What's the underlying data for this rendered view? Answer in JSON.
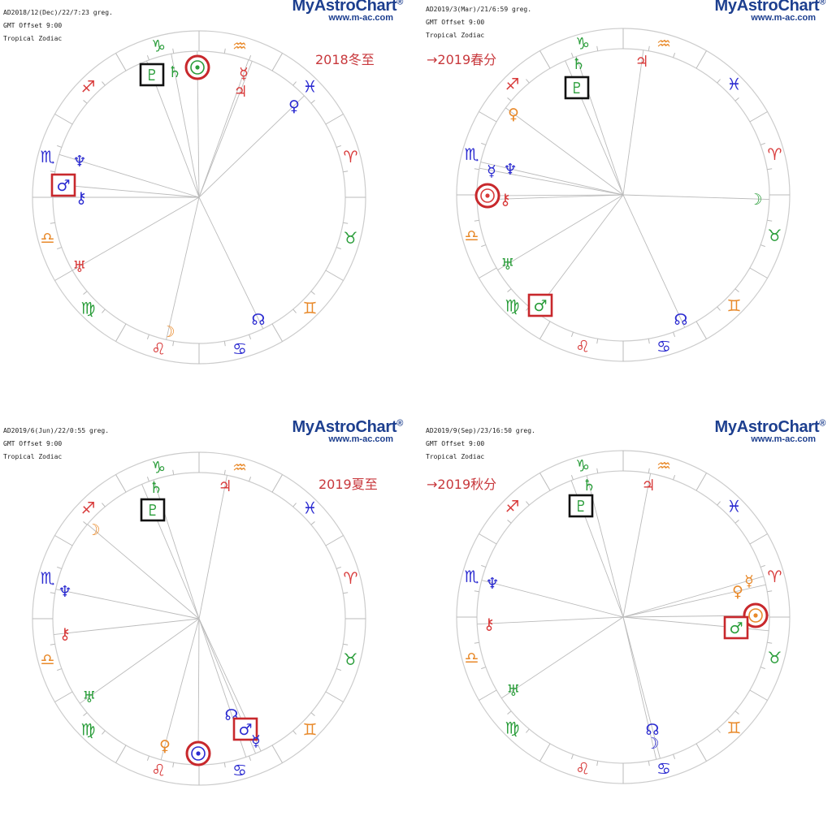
{
  "charts": [
    {
      "date": "AD2018/12(Dec)/22/7:23 greg.",
      "offset": "GMT Offset 9:00",
      "zodiac": "Tropical Zodiac",
      "annotation": "2018冬至",
      "planets": [
        {
          "name": "sun",
          "glyph": "☉",
          "color": "#2a9d3a",
          "circle": true
        },
        {
          "name": "saturn",
          "glyph": "♄",
          "color": "#2a9d3a"
        },
        {
          "name": "pluto",
          "glyph": "♇",
          "color": "#2a9d3a",
          "box": "black"
        },
        {
          "name": "mercury",
          "glyph": "☿",
          "color": "#d83a3a"
        },
        {
          "name": "jupiter",
          "glyph": "♃",
          "color": "#d83a3a"
        },
        {
          "name": "venus",
          "glyph": "♀",
          "color": "#2a2ad0"
        },
        {
          "name": "neptune",
          "glyph": "♆",
          "color": "#2a2ad0"
        },
        {
          "name": "mars",
          "glyph": "♂",
          "color": "#2a2ad0",
          "box": "red"
        },
        {
          "name": "chiron",
          "glyph": "⚷",
          "color": "#2a2ad0"
        },
        {
          "name": "uranus",
          "glyph": "♅",
          "color": "#d83a3a"
        },
        {
          "name": "moon",
          "glyph": "☽",
          "color": "#e8892a"
        },
        {
          "name": "node",
          "glyph": "☊",
          "color": "#2a2ad0"
        }
      ]
    },
    {
      "date": "AD2019/3(Mar)/21/6:59 greg.",
      "offset": "GMT Offset 9:00",
      "zodiac": "Tropical Zodiac",
      "annotation": "→2019春分",
      "planets": [
        {
          "name": "saturn",
          "glyph": "♄",
          "color": "#2a9d3a"
        },
        {
          "name": "pluto",
          "glyph": "♇",
          "color": "#2a9d3a",
          "box": "black"
        },
        {
          "name": "jupiter",
          "glyph": "♃",
          "color": "#d83a3a"
        },
        {
          "name": "venus",
          "glyph": "♀",
          "color": "#e8892a"
        },
        {
          "name": "mercury",
          "glyph": "☿",
          "color": "#2a2ad0"
        },
        {
          "name": "neptune",
          "glyph": "♆",
          "color": "#2a2ad0"
        },
        {
          "name": "sun",
          "glyph": "☉",
          "color": "#d83a3a",
          "circle": true
        },
        {
          "name": "chiron",
          "glyph": "⚷",
          "color": "#d83a3a"
        },
        {
          "name": "moon",
          "glyph": "☽",
          "color": "#2a9d3a"
        },
        {
          "name": "uranus",
          "glyph": "♅",
          "color": "#2a9d3a"
        },
        {
          "name": "mars",
          "glyph": "♂",
          "color": "#2a9d3a",
          "box": "red"
        },
        {
          "name": "node",
          "glyph": "☊",
          "color": "#2a2ad0"
        }
      ]
    },
    {
      "date": "AD2019/6(Jun)/22/0:55 greg.",
      "offset": "GMT Offset 9:00",
      "zodiac": "Tropical Zodiac",
      "annotation": "2019夏至",
      "planets": [
        {
          "name": "saturn",
          "glyph": "♄",
          "color": "#2a9d3a"
        },
        {
          "name": "pluto",
          "glyph": "♇",
          "color": "#2a9d3a",
          "box": "black"
        },
        {
          "name": "jupiter",
          "glyph": "♃",
          "color": "#d83a3a"
        },
        {
          "name": "moon",
          "glyph": "☽",
          "color": "#e8892a"
        },
        {
          "name": "neptune",
          "glyph": "♆",
          "color": "#2a2ad0"
        },
        {
          "name": "chiron",
          "glyph": "⚷",
          "color": "#d83a3a"
        },
        {
          "name": "uranus",
          "glyph": "♅",
          "color": "#2a9d3a"
        },
        {
          "name": "venus",
          "glyph": "♀",
          "color": "#e8892a"
        },
        {
          "name": "sun",
          "glyph": "☉",
          "color": "#2a2ad0",
          "circle": true
        },
        {
          "name": "node",
          "glyph": "☊",
          "color": "#2a2ad0"
        },
        {
          "name": "mars",
          "glyph": "♂",
          "color": "#2a2ad0",
          "box": "red"
        },
        {
          "name": "mercury",
          "glyph": "☿",
          "color": "#2a2ad0"
        }
      ]
    },
    {
      "date": "AD2019/9(Sep)/23/16:50 greg.",
      "offset": "GMT Offset 9:00",
      "zodiac": "Tropical Zodiac",
      "annotation": "→2019秋分",
      "planets": [
        {
          "name": "saturn",
          "glyph": "♄",
          "color": "#2a9d3a"
        },
        {
          "name": "pluto",
          "glyph": "♇",
          "color": "#2a9d3a",
          "box": "black"
        },
        {
          "name": "jupiter",
          "glyph": "♃",
          "color": "#d83a3a"
        },
        {
          "name": "neptune",
          "glyph": "♆",
          "color": "#2a2ad0"
        },
        {
          "name": "venus",
          "glyph": "♀",
          "color": "#e8892a"
        },
        {
          "name": "mercury",
          "glyph": "☿",
          "color": "#e8892a"
        },
        {
          "name": "sun",
          "glyph": "☉",
          "color": "#e8892a",
          "circle": true
        },
        {
          "name": "mars",
          "glyph": "♂",
          "color": "#2a9d3a",
          "box": "red"
        },
        {
          "name": "chiron",
          "glyph": "⚷",
          "color": "#d83a3a"
        },
        {
          "name": "uranus",
          "glyph": "♅",
          "color": "#2a9d3a"
        },
        {
          "name": "node",
          "glyph": "☊",
          "color": "#2a2ad0"
        },
        {
          "name": "moon",
          "glyph": "☽",
          "color": "#2a2ad0"
        }
      ]
    }
  ],
  "logo": {
    "brand": "MyAstroChart",
    "reg": "®",
    "url": "www.m-ac.com"
  },
  "signs": [
    {
      "name": "capricorn",
      "glyph": "♑",
      "color": "#2a9d3a"
    },
    {
      "name": "sagittarius",
      "glyph": "♐",
      "color": "#d83a3a"
    },
    {
      "name": "scorpio",
      "glyph": "♏",
      "color": "#2a2ad0"
    },
    {
      "name": "libra",
      "glyph": "♎",
      "color": "#e8892a"
    },
    {
      "name": "virgo",
      "glyph": "♍",
      "color": "#2a9d3a"
    },
    {
      "name": "leo",
      "glyph": "♌",
      "color": "#d83a3a"
    },
    {
      "name": "cancer",
      "glyph": "♋",
      "color": "#2a2ad0"
    },
    {
      "name": "gemini",
      "glyph": "♊",
      "color": "#e8892a"
    },
    {
      "name": "taurus",
      "glyph": "♉",
      "color": "#2a9d3a"
    },
    {
      "name": "aries",
      "glyph": "♈",
      "color": "#d83a3a"
    },
    {
      "name": "pisces",
      "glyph": "♓",
      "color": "#2a2ad0"
    },
    {
      "name": "aquarius",
      "glyph": "♒",
      "color": "#e8892a"
    }
  ],
  "colors": {
    "highlight_red": "#c8282c",
    "highlight_black": "#111111",
    "ring": "#cccccc"
  }
}
